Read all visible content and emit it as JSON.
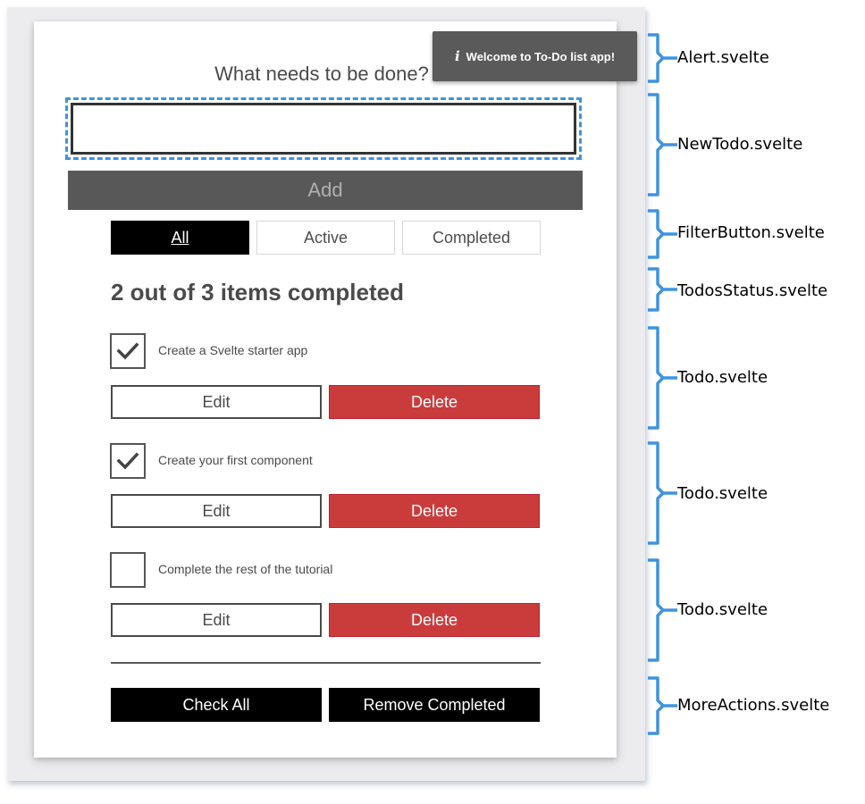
{
  "alert": {
    "icon": "i",
    "message": "Welcome to To-Do list app!"
  },
  "new_todo": {
    "heading": "What needs to be done?",
    "input_value": "",
    "add_label": "Add"
  },
  "filters": [
    {
      "label": "All",
      "pressed": true
    },
    {
      "label": "Active",
      "pressed": false
    },
    {
      "label": "Completed",
      "pressed": false
    }
  ],
  "status": "2 out of 3 items completed",
  "todos": [
    {
      "name": "Create a Svelte starter app",
      "completed": true,
      "edit_label": "Edit",
      "delete_label": "Delete"
    },
    {
      "name": "Create your first component",
      "completed": true,
      "edit_label": "Edit",
      "delete_label": "Delete"
    },
    {
      "name": "Complete the rest of the tutorial",
      "completed": false,
      "edit_label": "Edit",
      "delete_label": "Delete"
    }
  ],
  "more_actions": {
    "check_all_label": "Check All",
    "remove_completed_label": "Remove Completed"
  },
  "annotations": [
    {
      "label": "Alert.svelte"
    },
    {
      "label": "NewTodo.svelte"
    },
    {
      "label": "FilterButton.svelte"
    },
    {
      "label": "TodosStatus.svelte"
    },
    {
      "label": "Todo.svelte"
    },
    {
      "label": "Todo.svelte"
    },
    {
      "label": "Todo.svelte"
    },
    {
      "label": "MoreActions.svelte"
    }
  ],
  "colors": {
    "accent_blue": "#3f93de",
    "delete_red": "#ca3c3c",
    "alert_bg": "#5a5a5a"
  },
  "icons": {
    "checkmark": "check-icon",
    "brace": "curly-brace-icon"
  }
}
